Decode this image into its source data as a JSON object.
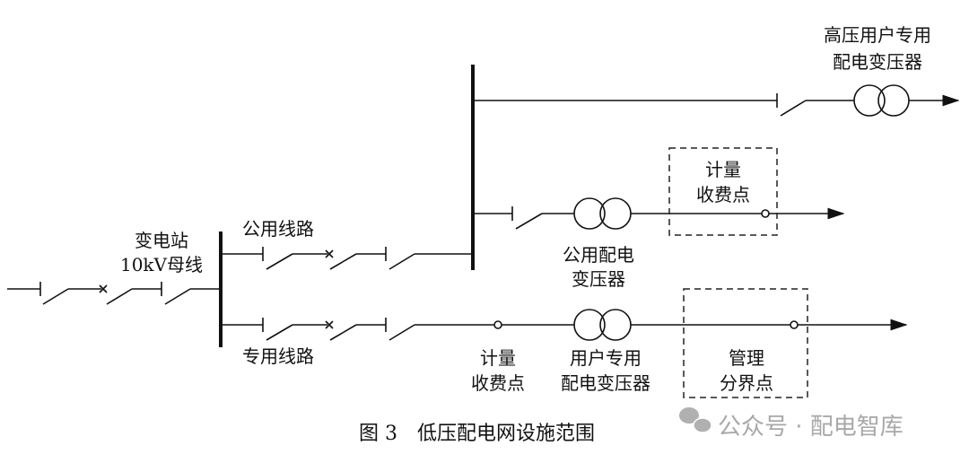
{
  "labels": {
    "hv_transformer_1": "高压用户专用",
    "hv_transformer_2": "配电变压器",
    "meter_top_1": "计量",
    "meter_top_2": "收费点",
    "public_transformer_1": "公用配电",
    "public_transformer_2": "变压器",
    "substation_1": "变电站",
    "substation_2": "10kV母线",
    "public_line": "公用线路",
    "private_line": "专用线路",
    "meter_bottom_1": "计量",
    "meter_bottom_2": "收费点",
    "user_transformer_1": "用户专用",
    "user_transformer_2": "配电变压器",
    "boundary_1": "管理",
    "boundary_2": "分界点"
  },
  "caption": "图 3　低压配电网设施范围",
  "watermark": "公众号 · 配电智库"
}
